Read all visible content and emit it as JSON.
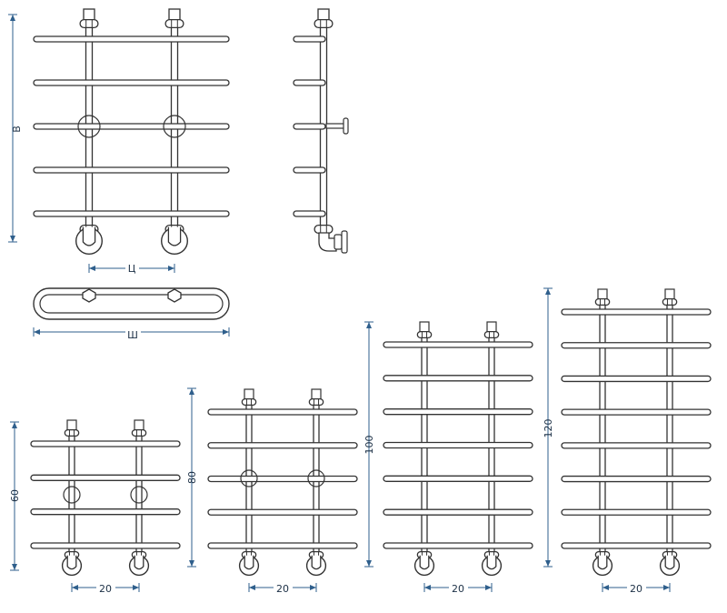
{
  "colors": {
    "outline": "#333333",
    "fill": "#ffffff",
    "dimension": "#2f5f8c",
    "label": "#1b2f45"
  },
  "top": {
    "height_symbol": "В",
    "spacing_symbol": "Ц",
    "width_symbol": "Ш"
  },
  "variants": [
    {
      "height_label": "60",
      "spacing_label": "20",
      "bars": 4
    },
    {
      "height_label": "80",
      "spacing_label": "20",
      "bars": 5
    },
    {
      "height_label": "100",
      "spacing_label": "20",
      "bars": 7
    },
    {
      "height_label": "120",
      "spacing_label": "20",
      "bars": 8
    }
  ]
}
